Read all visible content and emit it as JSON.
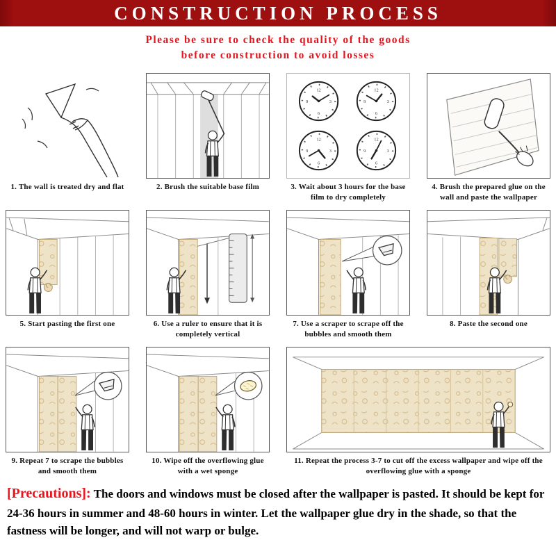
{
  "header": {
    "title": "CONSTRUCTION PROCESS",
    "banner_color": "#9e0f10"
  },
  "warning": {
    "line1": "Please be sure to check the quality of the goods",
    "line2": "before construction to avoid losses",
    "color": "#e8141e"
  },
  "steps": [
    {
      "caption": "1. The wall is treated dry and flat",
      "art": "hand-wiping-wall-illustration"
    },
    {
      "caption": "2. Brush the suitable base film",
      "art": "roller-on-pole-illustration"
    },
    {
      "caption": "3. Wait about 3 hours for the base film to dry completely",
      "art": "four-clocks-illustration"
    },
    {
      "caption": "4. Brush the prepared glue on the wall and paste the wallpaper",
      "art": "hand-roller-glue-illustration"
    },
    {
      "caption": "5. Start pasting the first one",
      "art": "paste-first-strip-illustration"
    },
    {
      "caption": "6. Use a ruler to ensure that it is completely vertical",
      "art": "ruler-vertical-illustration"
    },
    {
      "caption": "7. Use a scraper to scrape off the bubbles and smooth them",
      "art": "scraper-bubbles-illustration"
    },
    {
      "caption": "8. Paste the second one",
      "art": "paste-second-strip-illustration"
    },
    {
      "caption": "9. Repeat 7 to scrape the bubbles and smooth them",
      "art": "scraper-repeat-illustration"
    },
    {
      "caption": "10. Wipe off the overflowing glue with a wet sponge",
      "art": "sponge-wipe-illustration"
    },
    {
      "caption": "11. Repeat the process 3-7 to cut off the excess wallpaper and wipe off the overflowing glue with a sponge",
      "art": "finished-wall-illustration"
    }
  ],
  "precautions": {
    "label": "[Precautions]:",
    "text": " The doors and windows must be closed after the wallpaper is pasted. It should be kept for 24-36 hours in summer and 48-60 hours in winter. Let the wallpaper glue dry in the shade, so that the fastness will be longer, and will not warp or bulge."
  },
  "colors": {
    "wallpaper": "#eee3c6",
    "line_art": "#333333"
  }
}
